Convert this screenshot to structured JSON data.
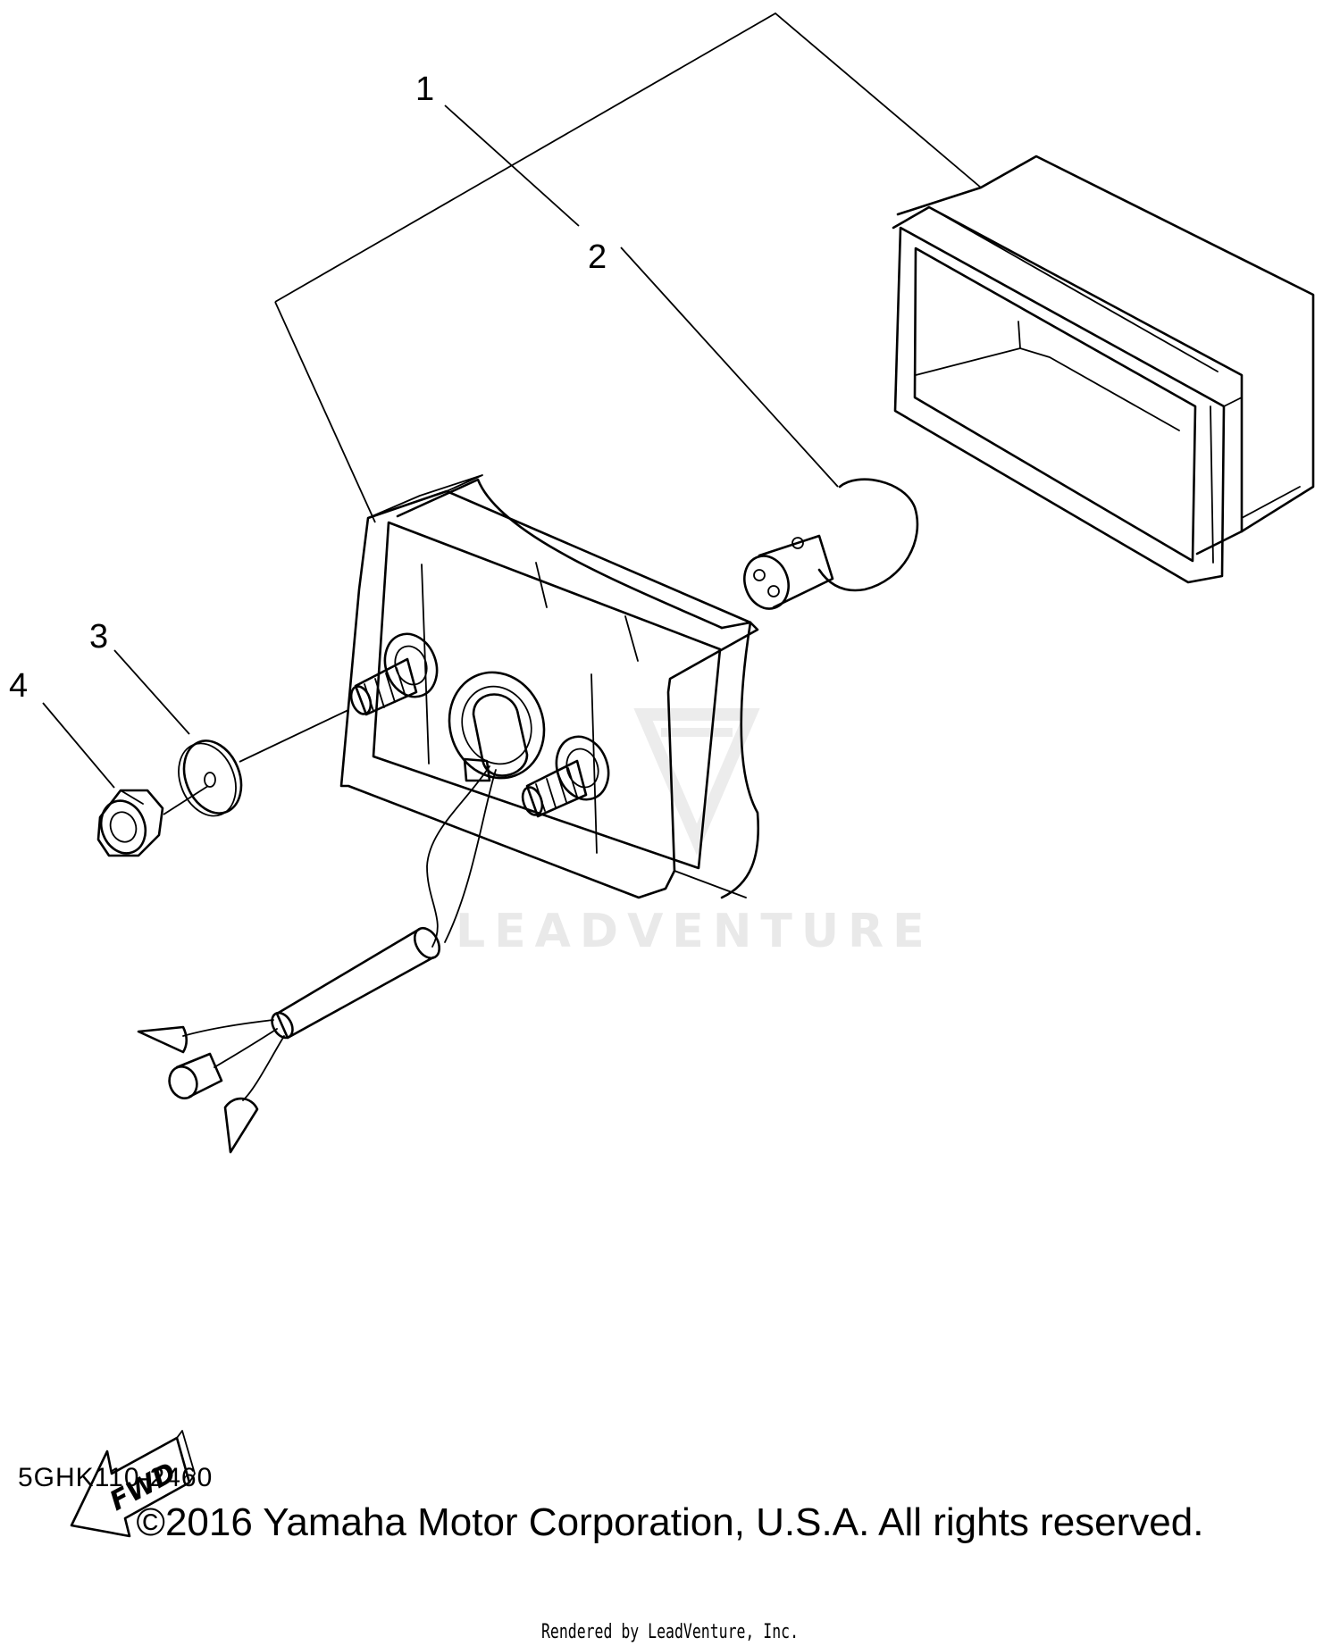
{
  "callouts": [
    {
      "number": "1",
      "part": "taillight-assembly"
    },
    {
      "number": "2",
      "part": "bulb"
    },
    {
      "number": "3",
      "part": "washer"
    },
    {
      "number": "4",
      "part": "nut"
    }
  ],
  "fwd_label": "FWD",
  "watermark": "LEADVENTURE",
  "diagram_code": "5GHK110-2460",
  "copyright": "©2016 Yamaha Motor Corporation, U.S.A. All rights reserved.",
  "rendered_by": "Rendered by LeadVenture, Inc."
}
